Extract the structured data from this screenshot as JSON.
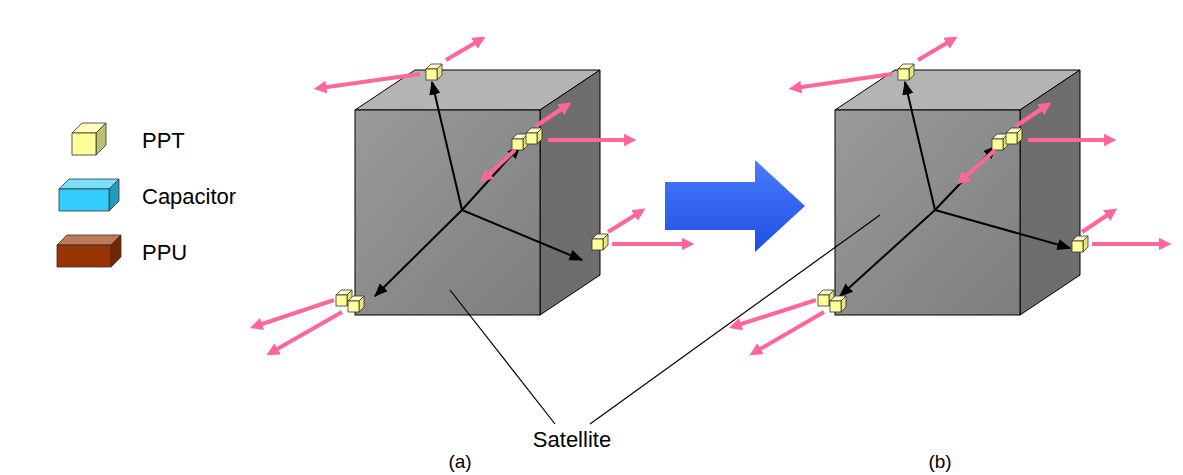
{
  "diagram": {
    "labels": [
      "Satellite",
      "(a)",
      "(b)"
    ],
    "legend": [
      {
        "text": "PPT",
        "color": "#ffff99"
      },
      {
        "text": "Capacitor",
        "color": "#33ccff"
      },
      {
        "text": "PPU",
        "color": "#993300"
      }
    ]
  }
}
